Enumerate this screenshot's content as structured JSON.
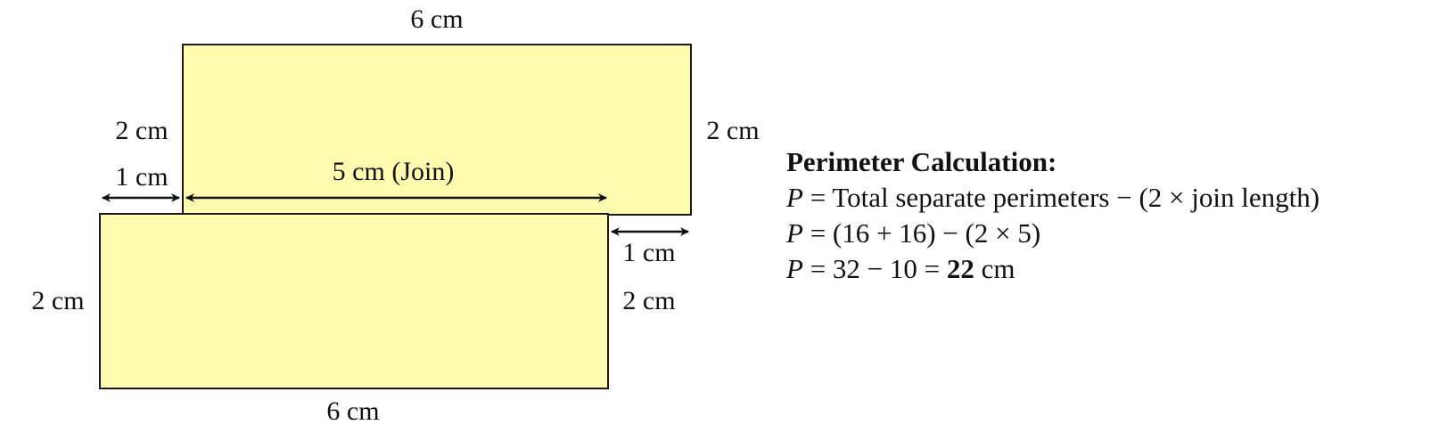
{
  "diagram": {
    "fill_color": "#FFFCB0",
    "stroke_color": "#1A1A1A",
    "upper_rectangle": {
      "width_label": "6 cm",
      "left_height_label": "2 cm",
      "right_height_label": "2 cm"
    },
    "lower_rectangle": {
      "width_label": "6 cm",
      "left_height_label": "2 cm",
      "right_height_label": "2 cm"
    },
    "offset_left_label": "1 cm",
    "offset_right_label": "1 cm",
    "join_label": "5 cm (Join)"
  },
  "calculation": {
    "title": "Perimeter Calculation:",
    "lines": [
      {
        "var": "P",
        "eq": " = Total separate perimeters − (2 × join length)"
      },
      {
        "var": "P",
        "eq": " = (16 + 16) − (2 × 5)"
      },
      {
        "var": "P",
        "eq": " = 32 − 10 = ",
        "result": "22",
        "unit": " cm"
      }
    ]
  }
}
